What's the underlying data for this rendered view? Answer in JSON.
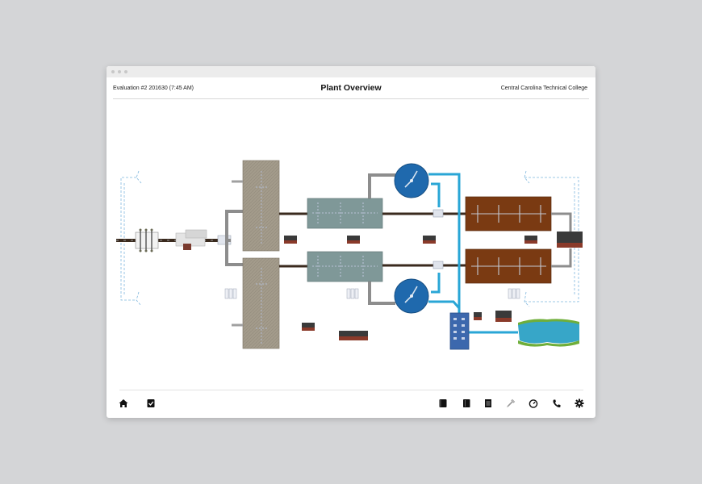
{
  "window": {
    "traffic_lights": [
      "close",
      "minimize",
      "zoom"
    ]
  },
  "header": {
    "evaluation": "Evaluation #2 201630 (7:45 AM)",
    "title": "Plant Overview",
    "organization": "Central Carolina Technical College"
  },
  "diagram": {
    "units": [
      "influent-screen",
      "grit-chamber",
      "primary-clarifier-top",
      "primary-clarifier-bottom",
      "aeration-basin-top",
      "aeration-basin-bottom",
      "secondary-clarifier-top",
      "secondary-clarifier-bottom",
      "digester-top",
      "digester-bottom",
      "disinfection-unit",
      "receiving-stream"
    ],
    "colors": {
      "water": "#29a6d6",
      "sludge": "#4a2a18",
      "clarifier": "#1f69ad",
      "digester": "#7a3a12",
      "basin": "#7f9898",
      "primary": "#a39b8b"
    }
  },
  "toolbar": {
    "left": [
      {
        "icon": "home-icon"
      },
      {
        "icon": "checklist-icon"
      }
    ],
    "right": [
      {
        "icon": "book-icon"
      },
      {
        "icon": "notebook-icon"
      },
      {
        "icon": "document-icon"
      },
      {
        "icon": "dropper-icon",
        "disabled": true
      },
      {
        "icon": "gauge-icon"
      },
      {
        "icon": "phone-icon"
      },
      {
        "icon": "settings-icon"
      }
    ]
  }
}
